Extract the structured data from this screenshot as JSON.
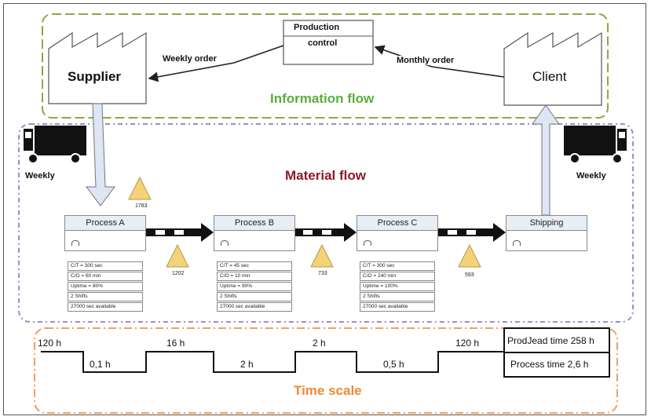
{
  "info_section": {
    "supplier": "Supplier",
    "client": "Client",
    "production_control_line1": "Production",
    "production_control_line2": "control",
    "weekly_order": "Weekly order",
    "monthly_order": "Monthly order",
    "title": "Information flow"
  },
  "material_section": {
    "title": "Material flow",
    "truck_left_label": "Weekly",
    "truck_right_label": "Weekly",
    "inventories": [
      "1783",
      "1202",
      "733",
      "593"
    ],
    "processes": [
      {
        "name": "Process A",
        "data": [
          "C/T = 300 sec",
          "C/O = 60 min",
          "Uptime = 80%",
          "2 Shifts",
          "27000 sec available"
        ]
      },
      {
        "name": "Process B",
        "data": [
          "C/T = 45 sec",
          "C/O = 10 min",
          "Uptime = 90%",
          "2 Shifts",
          "27000 sec available"
        ]
      },
      {
        "name": "Process C",
        "data": [
          "C/T = 300 sec",
          "C/O = 240 min",
          "Uptime = 100%",
          "2 Shifts",
          "27000 sec available"
        ]
      }
    ],
    "shipping": "Shipping"
  },
  "time_section": {
    "title": "Time scale",
    "upper": [
      "120 h",
      "16 h",
      "2 h",
      "120 h"
    ],
    "lower": [
      "0,1 h",
      "2 h",
      "0,5 h"
    ],
    "prod_lead_time": "ProdJead time 258 h",
    "process_time": "Process time 2,6 h"
  },
  "colors": {
    "info_border": "#8aaa46",
    "info_title": "#5aae3a",
    "material_border": "#a08cc6",
    "material_title": "#8b1a2a",
    "time_border": "#f0a060",
    "time_title": "#f08a30",
    "triangle": "#f3d27a",
    "process_header": "#e8eef6"
  }
}
